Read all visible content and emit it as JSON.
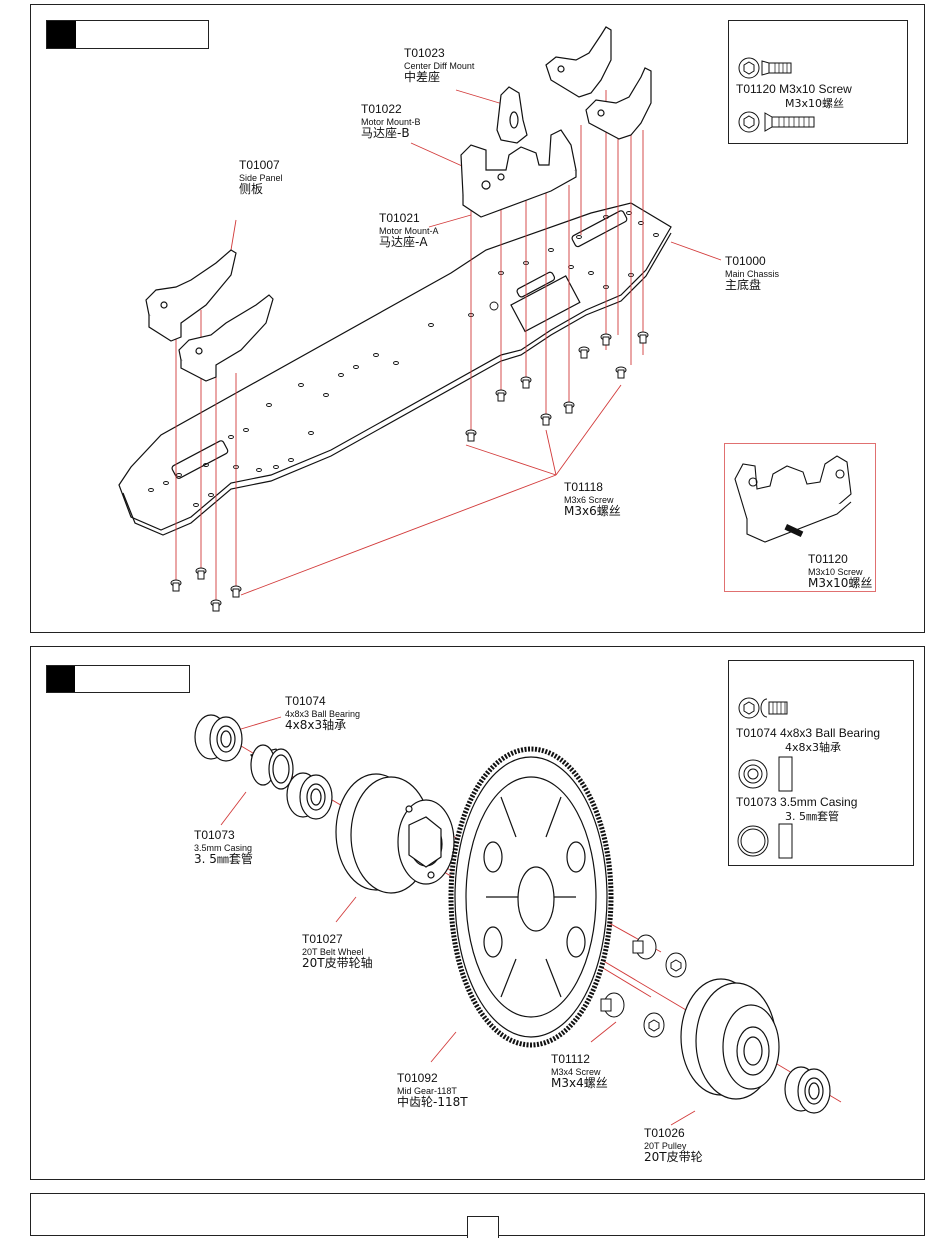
{
  "step1": {
    "labels": {
      "center_diff_mount": {
        "code": "T01023",
        "en": "Center Diff Mount",
        "cn": "中差座"
      },
      "motor_mount_b": {
        "code": "T01022",
        "en": "Motor Mount-B",
        "cn": "马达座-B"
      },
      "side_panel": {
        "code": "T01007",
        "en": "Side Panel",
        "cn": "侧板"
      },
      "motor_mount_a": {
        "code": "T01021",
        "en": "Motor Mount-A",
        "cn": "马达座-A"
      },
      "main_chassis": {
        "code": "T01000",
        "en": "Main Chassis",
        "cn": "主底盘"
      },
      "m3x6_screw": {
        "code": "T01118",
        "en": "M3x6 Screw",
        "cn": "M3x6螺丝"
      },
      "detail_screw": {
        "code": "T01120",
        "en": "M3x10 Screw",
        "cn": "M3x10螺丝"
      }
    },
    "legend": {
      "item1": {
        "text": "T01120 M3x10 Screw",
        "sub": "M3x10螺丝"
      }
    }
  },
  "step2": {
    "labels": {
      "ball_bearing": {
        "code": "T01074",
        "en": "4x8x3 Ball Bearing",
        "cn": "4x8x3轴承"
      },
      "casing": {
        "code": "T01073",
        "en": "3.5mm Casing",
        "cn": "3. 5㎜套管"
      },
      "belt_wheel": {
        "code": "T01027",
        "en": "20T Belt Wheel",
        "cn": "20T皮带轮轴"
      },
      "mid_gear": {
        "code": "T01092",
        "en": "Mid Gear-118T",
        "cn": "中齿轮-118T"
      },
      "m3x4_screw": {
        "code": "T01112",
        "en": "M3x4 Screw",
        "cn": "M3x4螺丝"
      },
      "pulley": {
        "code": "T01026",
        "en": "20T Pulley",
        "cn": "20T皮带轮"
      }
    },
    "legend": {
      "item1": {
        "text": "T01074 4x8x3 Ball Bearing",
        "sub": "4x8x3轴承"
      },
      "item2": {
        "text": "T01073 3.5mm Casing",
        "sub": "3. 5㎜套管"
      }
    }
  },
  "colors": {
    "leader_line": "#d23a3a",
    "line_art": "#111111",
    "detail_border": "#e07070"
  }
}
